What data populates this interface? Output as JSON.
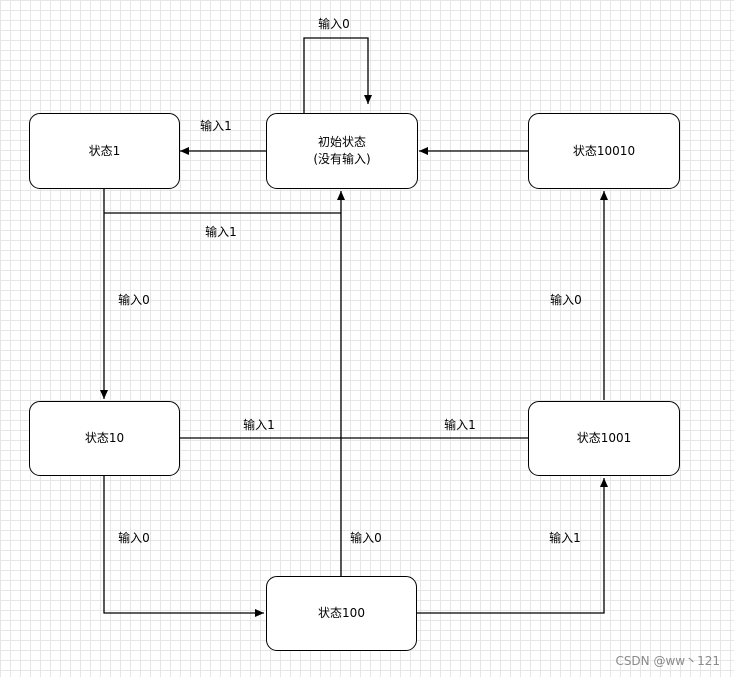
{
  "nodes": {
    "initial": {
      "line1": "初始状态",
      "line2": "(没有输入)"
    },
    "s1": "状态1",
    "s10": "状态10",
    "s100": "状态100",
    "s1001": "状态1001",
    "s10010": "状态10010"
  },
  "edges": {
    "init_self": "输入0",
    "init_to_s1": "输入1",
    "s1_to_init": "输入1",
    "s1_to_s10": "输入0",
    "s10010_to_init": "",
    "s1001_to_s10010": "输入0",
    "s10_to_init": "输入1",
    "s1001_to_init": "输入1",
    "s10_to_s100": "输入0",
    "s100_to_init": "输入0",
    "s100_to_s1001": "输入1"
  },
  "watermark": "CSDN @ww丶121",
  "colors": {
    "line": "#000000",
    "grid": "#e6e6e6",
    "node_fill": "#ffffff"
  }
}
